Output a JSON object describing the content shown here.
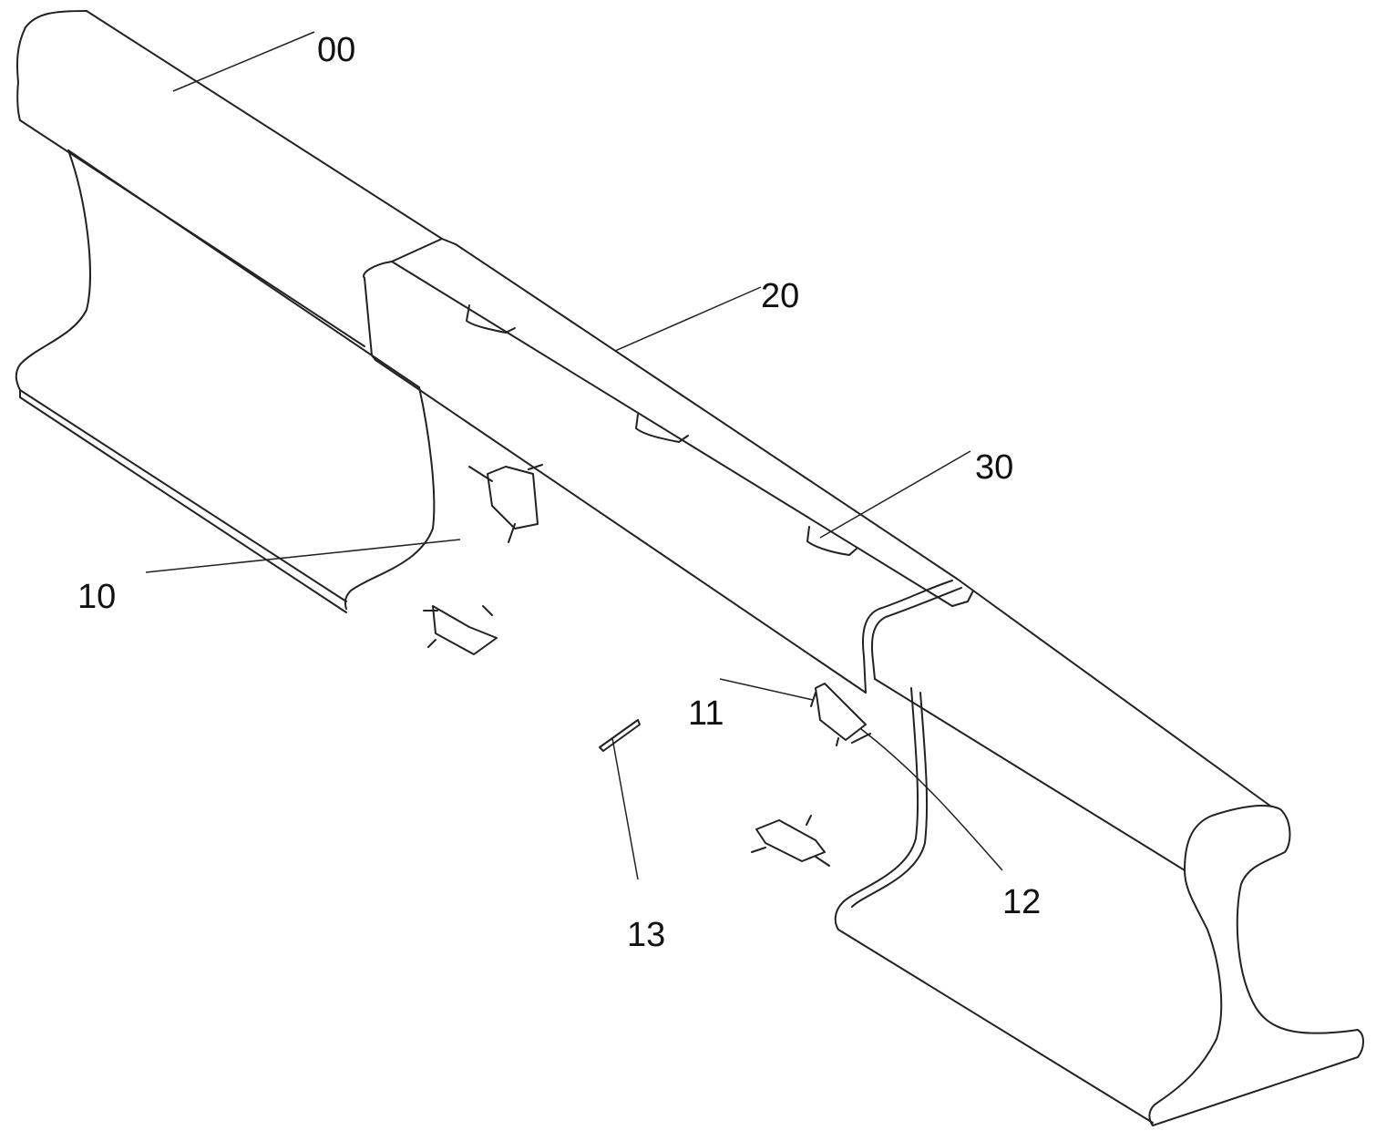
{
  "figure": {
    "labels": {
      "rail": "00",
      "upper_clamp": "20",
      "notch": "30",
      "side_plate": "10",
      "hole": "11",
      "tab": "12",
      "slot": "13"
    }
  }
}
